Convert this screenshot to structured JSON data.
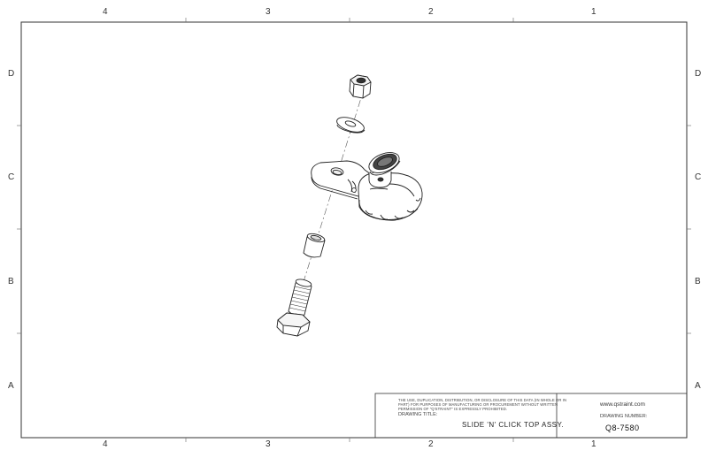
{
  "zones": {
    "columns": [
      "4",
      "3",
      "2",
      "1"
    ],
    "rows": [
      "D",
      "C",
      "B",
      "A"
    ]
  },
  "title_block": {
    "notice": "THE USE, DUPLICATION, DISTRIBUTION, OR DISCLOSURE OF THIS DATA (IN WHOLE OR IN PART) FOR PURPOSES OF MANUFACTURING OR PROCUREMENT WITHOUT WRITTEN PERMISSION OF \"Q'STRAINT\" IS EXPRESSLY PROHIBITED.",
    "drawing_title_label": "DRAWING TITLE:",
    "drawing_title": "SLIDE 'N' CLICK TOP ASSY.",
    "website": "www.qstraint.com",
    "drawing_number_label": "DRAWING NUMBER:",
    "drawing_number": "Q8-7580"
  }
}
